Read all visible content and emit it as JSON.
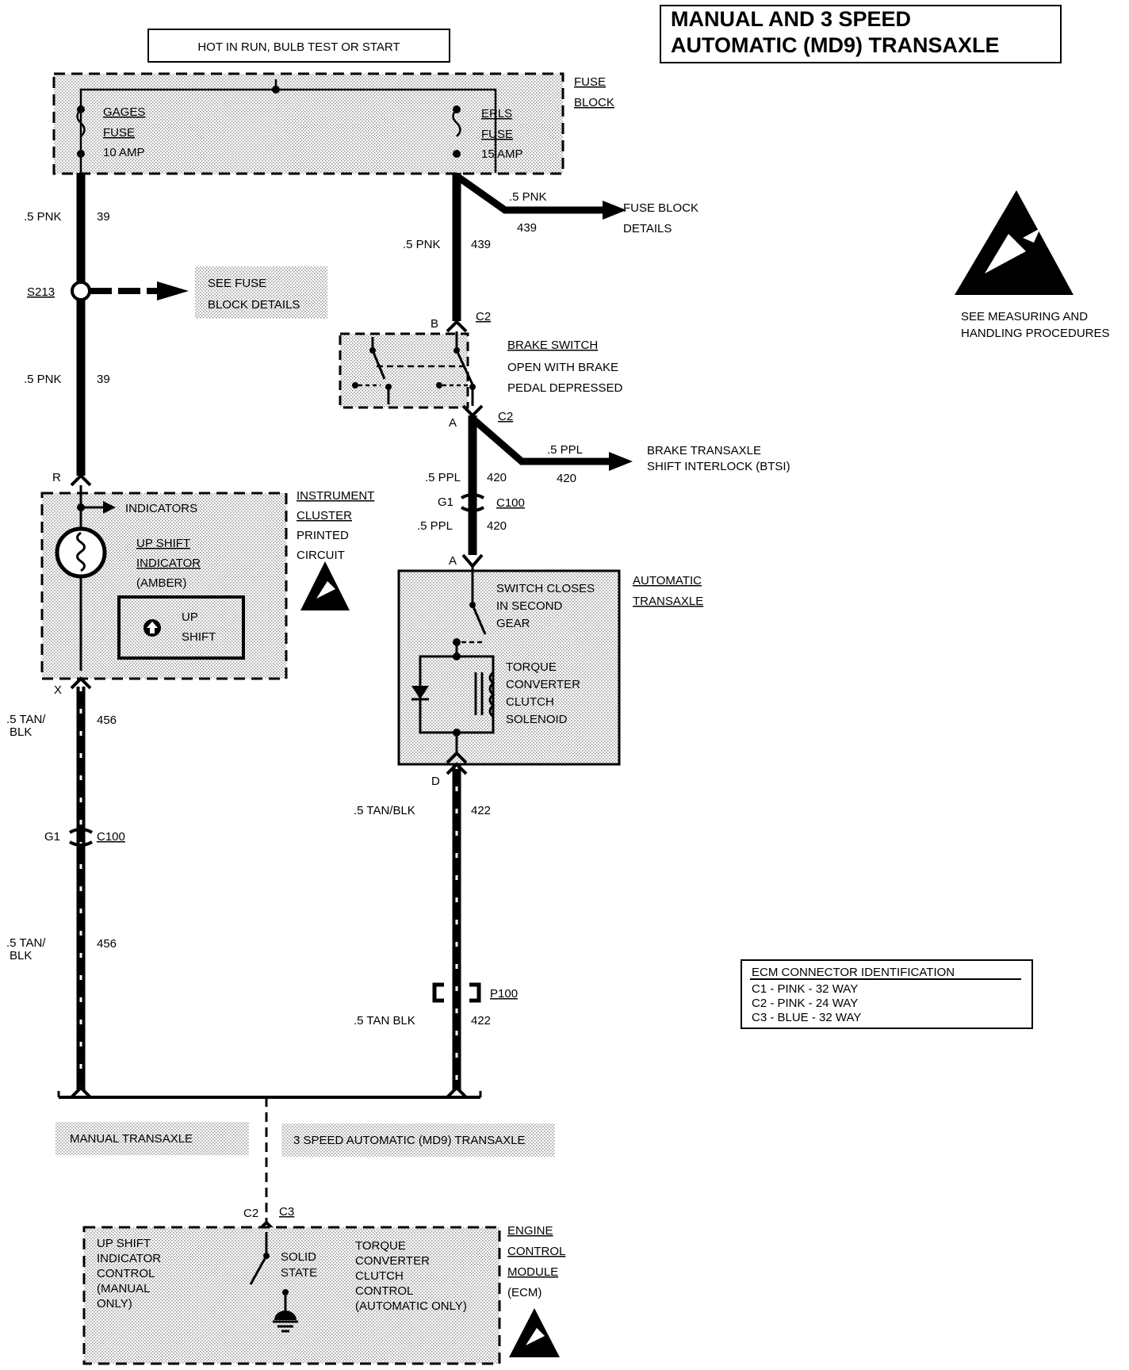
{
  "title": {
    "line1": "MANUAL AND 3 SPEED",
    "line2": "AUTOMATIC (MD9) TRANSAXLE"
  },
  "hot_label": "HOT IN RUN, BULB TEST OR START",
  "fuse_block": {
    "label1": "FUSE",
    "label2": "BLOCK",
    "gages": [
      "GAGES",
      "FUSE",
      "10 AMP"
    ],
    "erls": [
      "ERLS",
      "FUSE",
      "15 AMP"
    ]
  },
  "esd_note": [
    "SEE MEASURING AND",
    "HANDLING PROCEDURES"
  ],
  "left_wire": {
    "w1": [
      ".5 PNK",
      "39"
    ],
    "splice": "S213",
    "splice_ref": [
      "SEE FUSE",
      "BLOCK DETAILS"
    ],
    "w2": [
      ".5 PNK",
      "39"
    ],
    "pin_r": "R",
    "pin_x": "X",
    "w3": [
      ".5 TAN/",
      "BLK",
      "456"
    ],
    "conn": [
      "G1",
      "C100"
    ],
    "w4": [
      ".5 TAN/",
      "BLK",
      "456"
    ]
  },
  "right_wire": {
    "branch1": [
      ".5 PNK",
      "439"
    ],
    "branch1_dest": [
      "FUSE BLOCK",
      "DETAILS"
    ],
    "w1": [
      ".5 PNK",
      "439"
    ],
    "pin_b": "B",
    "c2a": "C2",
    "pin_a": "A",
    "c2b": "C2",
    "branch2": [
      ".5 PPL",
      "420"
    ],
    "branch2_dest": [
      "BRAKE TRANSAXLE",
      "SHIFT INTERLOCK (BTSI)"
    ],
    "w2": [
      ".5 PPL",
      "420"
    ],
    "conn": [
      "G1",
      "C100"
    ],
    "w3": [
      ".5 PPL",
      "420"
    ],
    "pin_a2": "A",
    "pin_d": "D",
    "w4": [
      ".5 TAN/BLK",
      "422"
    ],
    "p100": "P100",
    "w5": [
      ".5 TAN BLK",
      "422"
    ]
  },
  "brake_switch": [
    "BRAKE SWITCH",
    "OPEN WITH BRAKE",
    "PEDAL DEPRESSED"
  ],
  "cluster": {
    "label": [
      "INSTRUMENT",
      "CLUSTER",
      "PRINTED",
      "CIRCUIT"
    ],
    "indicators": "INDICATORS",
    "upshift": [
      "UP SHIFT",
      "INDICATOR",
      "(AMBER)"
    ],
    "lamp": [
      "UP",
      "SHIFT"
    ]
  },
  "transaxle": {
    "label": [
      "AUTOMATIC",
      "TRANSAXLE"
    ],
    "switch": [
      "SWITCH CLOSES",
      "IN SECOND",
      "GEAR"
    ],
    "solenoid": [
      "TORQUE",
      "CONVERTER",
      "CLUTCH",
      "SOLENOID"
    ]
  },
  "ecm_id": {
    "title": "ECM CONNECTOR IDENTIFICATION",
    "rows": [
      "C1 - PINK - 32 WAY",
      "C2 - PINK - 24 WAY",
      "C3 - BLUE - 32 WAY"
    ]
  },
  "options": {
    "manual": "MANUAL TRANSAXLE",
    "auto": "3 SPEED AUTOMATIC (MD9) TRANSAXLE"
  },
  "ecm": {
    "c2": "C2",
    "c3": "C3",
    "label": [
      "ENGINE",
      "CONTROL",
      "MODULE",
      "(ECM)"
    ],
    "upshift": [
      "UP SHIFT",
      "INDICATOR",
      "CONTROL",
      "(MANUAL",
      "ONLY)"
    ],
    "solid": [
      "SOLID",
      "STATE"
    ],
    "tcc": [
      "TORQUE",
      "CONVERTER",
      "CLUTCH",
      "CONTROL",
      "(AUTOMATIC ONLY)"
    ]
  }
}
